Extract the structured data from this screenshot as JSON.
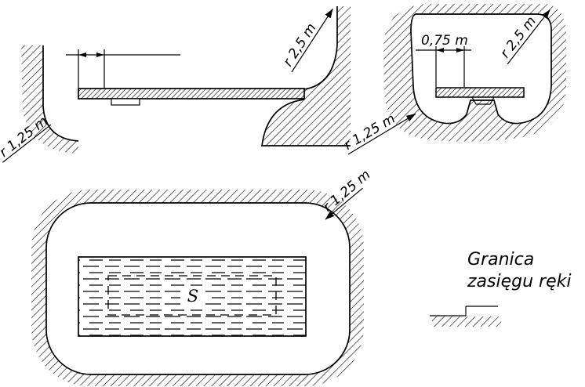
{
  "figure": {
    "background_color": "#ffffff",
    "line_color": "#000000"
  },
  "diagrams": {
    "top_left": {
      "labels": {
        "radius_small": "r 1,25 m",
        "radius_large": "r 2,5 m"
      }
    },
    "top_right": {
      "labels": {
        "table_width": "0,75 m",
        "radius_large": "r 2,5 m",
        "radius_small": "r 1,25 m"
      }
    },
    "bottom_left": {
      "labels": {
        "radius_small": "r 1,25 m",
        "surface": "S"
      }
    },
    "legend": {
      "caption_line1": "Granica",
      "caption_line2": "zasięgu ręki"
    }
  }
}
